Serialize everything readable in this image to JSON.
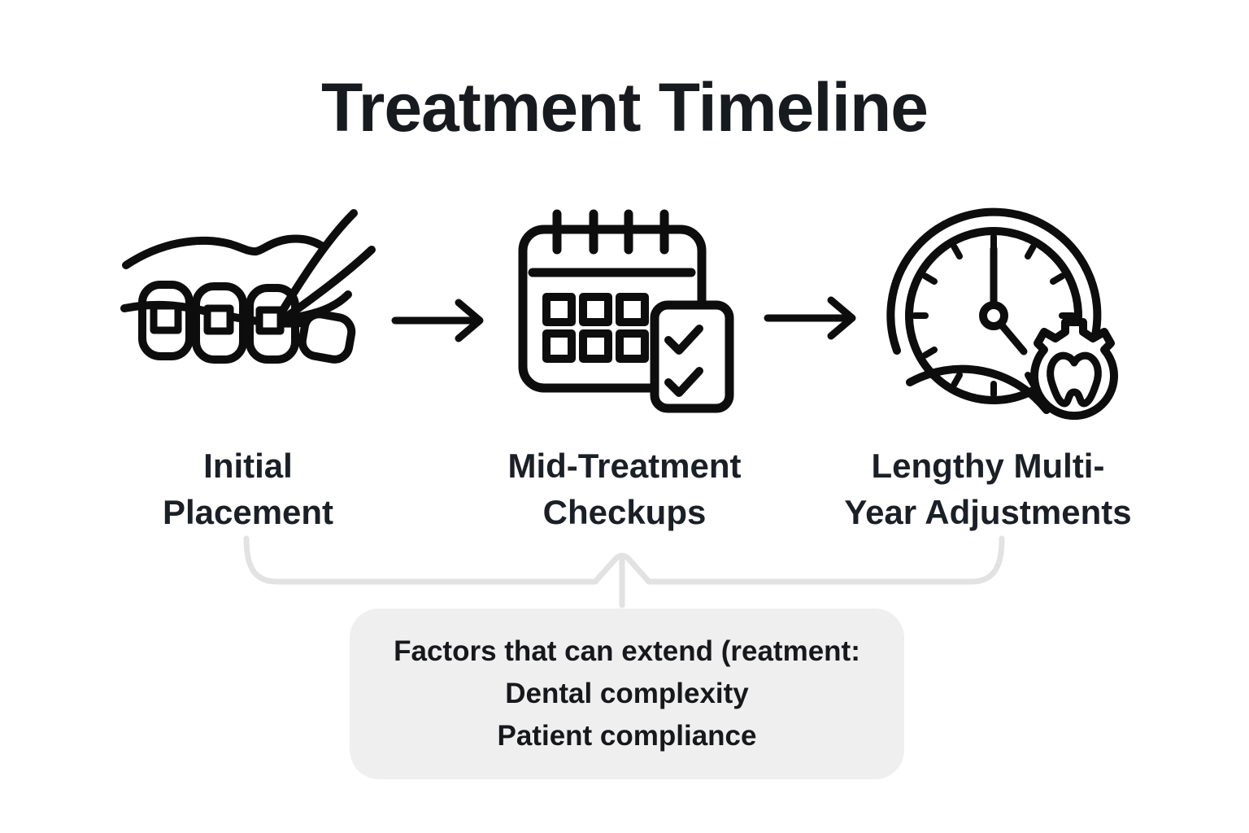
{
  "title": "Treatment Timeline",
  "steps": [
    {
      "label": "Initial\nPlacement",
      "icon": "braces-tool-icon"
    },
    {
      "label": "Mid-Treatment\nCheckups",
      "icon": "calendar-checklist-icon"
    },
    {
      "label": "Lengthy Multi-\nYear Adjustments",
      "icon": "clock-tooth-icon"
    }
  ],
  "factors_box": {
    "heading": "Factors that can extend (reatment:",
    "items": [
      "Dental complexity",
      "Patient compliance"
    ]
  },
  "colors": {
    "background": "#ffffff",
    "icon_ink": "#0d0d0d",
    "title_text": "#171a1e",
    "label_text": "#1b1f26",
    "brace": "#e2e2e2",
    "box_background": "#efefef",
    "box_text": "#17181b"
  }
}
